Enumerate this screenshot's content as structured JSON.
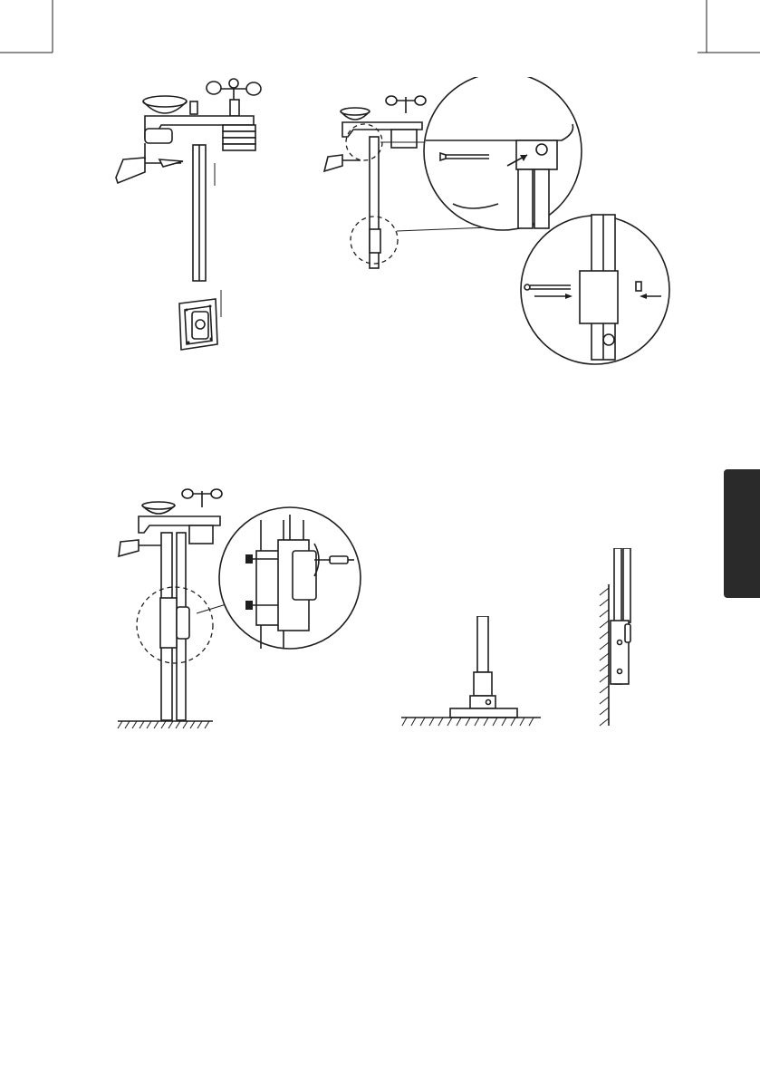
{
  "page": {
    "background": "#ffffff",
    "line_color": "#1e1e1e",
    "tab_color": "#2a2a2a"
  },
  "figures": [
    {
      "id": "mounting-step-1",
      "icon": "pole-and-bracket-insert-illustration"
    },
    {
      "id": "mounting-step-2",
      "icon": "screw-fastening-detail-illustration"
    },
    {
      "id": "mounting-step-3",
      "icon": "pole-clamp-detail-illustration"
    },
    {
      "id": "mounting-option-ground",
      "icon": "ground-mount-illustration"
    },
    {
      "id": "mounting-option-wall",
      "icon": "wall-mount-illustration"
    }
  ]
}
